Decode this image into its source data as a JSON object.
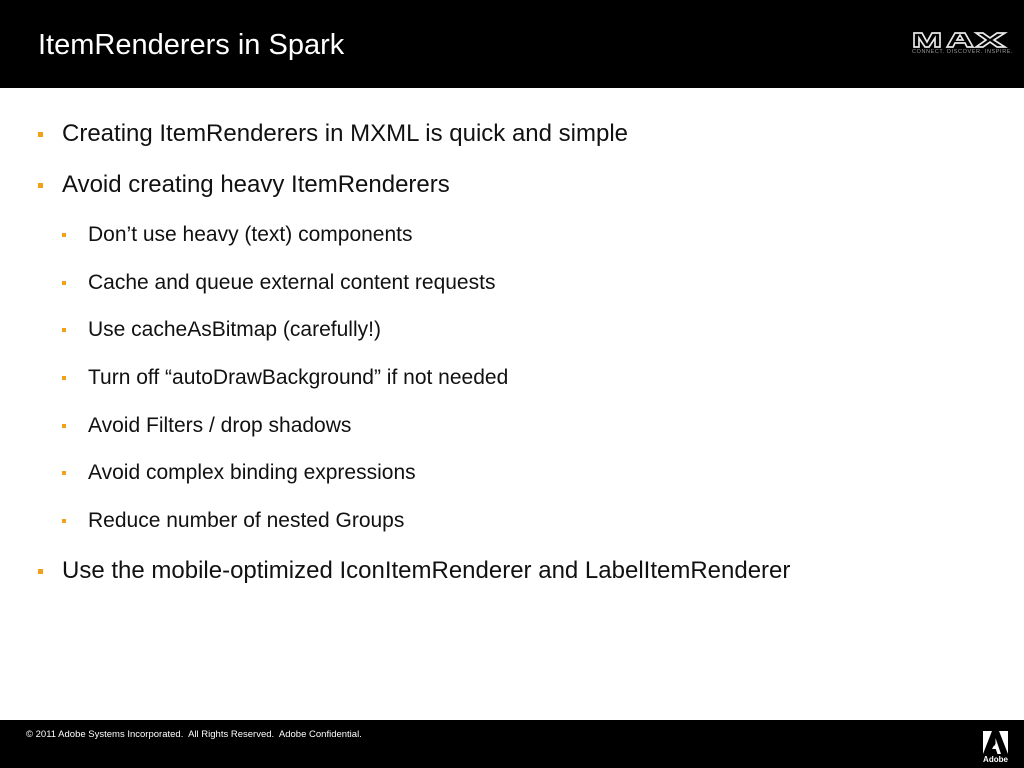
{
  "slide": {
    "title": "ItemRenderers in Spark",
    "bullets": [
      {
        "level": 1,
        "text": "Creating ItemRenderers in MXML is quick and simple"
      },
      {
        "level": 1,
        "text": "Avoid creating heavy ItemRenderers"
      },
      {
        "level": 2,
        "text": "Don’t use heavy (text) components"
      },
      {
        "level": 2,
        "text": "Cache and queue external content requests"
      },
      {
        "level": 2,
        "text": "Use cacheAsBitmap (carefully!)"
      },
      {
        "level": 2,
        "text": "Turn off “autoDrawBackground” if not needed"
      },
      {
        "level": 2,
        "text": "Avoid Filters / drop shadows"
      },
      {
        "level": 2,
        "text": "Avoid complex binding expressions"
      },
      {
        "level": 2,
        "text": "Reduce number of nested Groups"
      },
      {
        "level": 1,
        "text": "Use the mobile-optimized IconItemRenderer and LabelItemRenderer"
      }
    ]
  },
  "branding": {
    "max_logo_text": "MAX",
    "max_tagline": "CONNECT. DISCOVER. INSPIRE.",
    "adobe_word": "Adobe"
  },
  "footer": {
    "copyright": "© 2011 Adobe Systems Incorporated.  All Rights Reserved.  Adobe Confidential."
  },
  "colors": {
    "title_bar": "#000000",
    "bullet_marker": "#f1a018",
    "body_text": "#111111",
    "footer_bar": "#000000"
  }
}
